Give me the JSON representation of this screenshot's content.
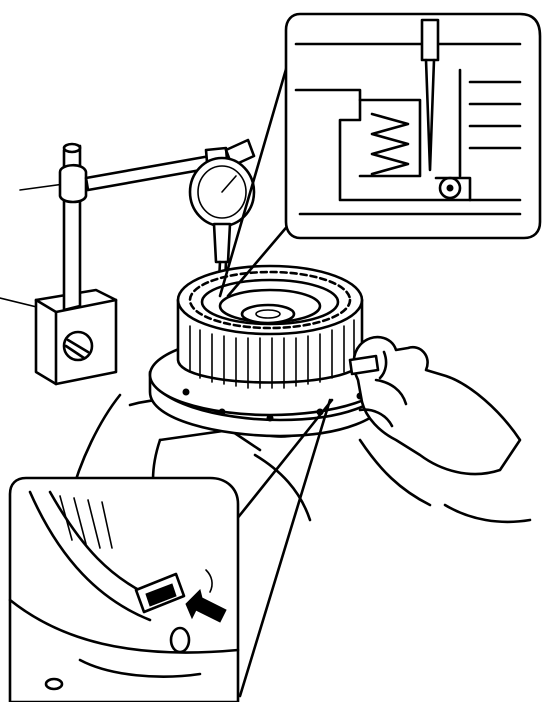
{
  "figure": {
    "kind": "technical line illustration",
    "ink_color": "#000000",
    "paper_color": "#ffffff",
    "callouts": [
      "detail-view-spring-and-piston",
      "detail-view-oil-hole-with-arrow"
    ]
  }
}
